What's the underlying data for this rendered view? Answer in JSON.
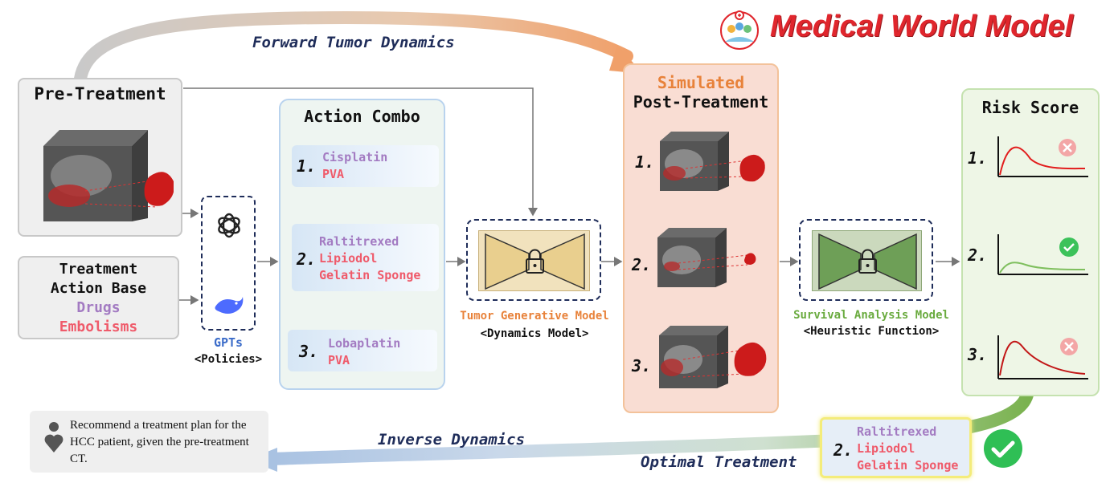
{
  "header": {
    "title": "Medical World Model"
  },
  "flows": {
    "forward": "Forward Tumor Dynamics",
    "inverse": "Inverse Dynamics",
    "optimal": "Optimal Treatment"
  },
  "pre_treatment": {
    "title": "Pre-Treatment"
  },
  "action_base": {
    "title_line1": "Treatment",
    "title_line2": "Action Base",
    "drugs": "Drugs",
    "embolisms": "Embolisms"
  },
  "gpts": {
    "label": "GPTs",
    "sub": "<Policies>"
  },
  "action_combo": {
    "title": "Action Combo",
    "items": [
      {
        "num": "1.",
        "drug": "Cisplatin",
        "embolisms": [
          "PVA"
        ]
      },
      {
        "num": "2.",
        "drug": "Raltitrexed",
        "embolisms": [
          "Lipiodol",
          "Gelatin Sponge"
        ]
      },
      {
        "num": "3.",
        "drug": "Lobaplatin",
        "embolisms": [
          "PVA"
        ]
      }
    ]
  },
  "tumor_model": {
    "label": "Tumor Generative Model",
    "sub": "<Dynamics Model>"
  },
  "simulated": {
    "title_line1": "Simulated",
    "title_line2": "Post-Treatment",
    "items": [
      "1.",
      "2.",
      "3."
    ]
  },
  "survival_model": {
    "label": "Survival Analysis Model",
    "sub": "<Heuristic Function>"
  },
  "risk_score": {
    "title": "Risk Score",
    "items": [
      {
        "num": "1.",
        "status": "cross"
      },
      {
        "num": "2.",
        "status": "check"
      },
      {
        "num": "3.",
        "status": "cross"
      }
    ]
  },
  "optimal_box": {
    "num": "2.",
    "drug": "Raltitrexed",
    "embolisms": [
      "Lipiodol",
      "Gelatin Sponge"
    ]
  },
  "prompt": {
    "text": "Recommend a treatment plan for the HCC patient, given the pre-treatment CT."
  },
  "colors": {
    "orange": "#e8823a",
    "navy": "#1f2d5a",
    "green": "#6aab3f",
    "purple": "#a37bc2",
    "red": "#ef5a6a",
    "title_red": "#e0262d"
  }
}
